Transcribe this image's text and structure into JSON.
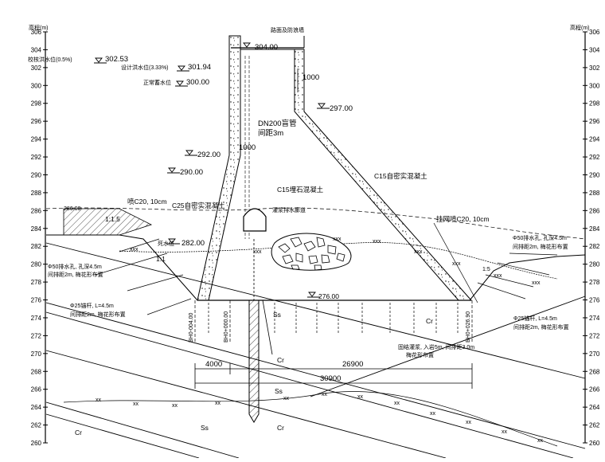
{
  "axis": {
    "unit_label_left": "高程(m)",
    "unit_label_right": "高程(m)",
    "ticks": [
      306,
      304,
      302,
      300,
      298,
      296,
      294,
      292,
      290,
      288,
      286,
      284,
      282,
      280,
      278,
      276,
      274,
      272,
      270,
      268,
      266,
      264,
      262,
      260
    ]
  },
  "levels": {
    "check_flood": "校核洪水位(0.5%)",
    "check_flood_value": "302.53",
    "design_flood": "设计洪水位(3.33%)",
    "design_flood_value": "301.94",
    "normal_level": "正常蓄水位",
    "normal_level_value": "300.00",
    "crest": "304.00",
    "crest_label": "路面及防浪墙",
    "el_297": "297.00",
    "el_292": "292.00",
    "el_290": "290.00",
    "dead_level_label": "死水位",
    "dead_level": "282.00",
    "base": "276.00",
    "ground_left": "286.00"
  },
  "labels": {
    "dim_1000_top": "1000",
    "dim_1000_mid": "1000",
    "pipe": "DN200盲管",
    "pipe_spacing": "间距3m",
    "c15_right": "C15自密实混凝土",
    "c15_center": "C15埋石混凝土",
    "shotcrete_left": "喷C20, 10cm",
    "c25_left": "C25自密实混凝土",
    "drain_tunnel": "灌浆排水廊道",
    "shotcrete_right": "挂网喷C20, 10cm",
    "slope_15": "1:1.5",
    "slope_1": "1:1",
    "slope_15_right": "1:5",
    "drain_left": "Φ50排水孔, 孔深4.5m",
    "drain_left_2": "间排距2m, 梅花形布置",
    "anchor_left": "Φ25锚杆, L=4.5m",
    "anchor_left_2": "间排距2m, 梅花形布置",
    "drain_right": "Φ50排水孔, 孔深4.5m",
    "drain_right_2": "间排距2m, 梅花形布置",
    "anchor_right": "Φ25锚杆, L=4.5m",
    "anchor_right_2": "间排距2m, 梅花形布置",
    "consol_grout": "固结灌浆, 入岩5m, 间排距3.0m",
    "consol_grout_2": "梅花形布置",
    "bh1": "BH0-004.00",
    "bh2": "BH0+000.00",
    "bh3": "BH0+026.90",
    "dim_4000": "4000",
    "dim_26900": "26900",
    "dim_30900": "30900",
    "rock_cr_1": "Cr",
    "rock_cr_2": "Cr",
    "rock_cr_3": "Cr",
    "rock_cr_4": "Cr",
    "rock_ss_1": "Ss",
    "rock_ss_2": "Ss",
    "rock_ss_3": "Ss",
    "fault_x": "xx",
    "fault_xxx": "xxx"
  }
}
